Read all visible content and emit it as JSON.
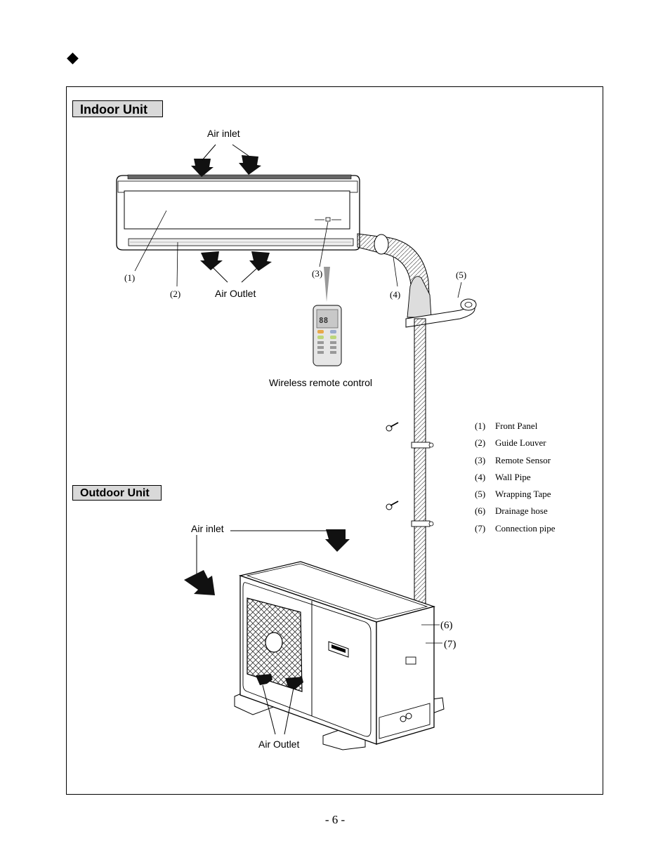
{
  "header": {
    "bullet_symbol": "◆"
  },
  "indoor": {
    "title": "Indoor Unit",
    "air_inlet": "Air inlet",
    "air_outlet": "Air Outlet",
    "remote_label": "Wireless remote control",
    "callouts": {
      "c1": "(1)",
      "c2": "(2)",
      "c3": "(3)",
      "c4": "(4)",
      "c5": "(5)"
    }
  },
  "outdoor": {
    "title": "Outdoor Unit",
    "air_inlet": "Air inlet",
    "air_outlet": "Air Outlet",
    "callouts": {
      "c6": "(6)",
      "c7": "(7)"
    }
  },
  "legend": [
    {
      "num": "(1)",
      "text": "Front Panel"
    },
    {
      "num": "(2)",
      "text": "Guide Louver"
    },
    {
      "num": "(3)",
      "text": "Remote Sensor"
    },
    {
      "num": "(4)",
      "text": "Wall Pipe"
    },
    {
      "num": "(5)",
      "text": "Wrapping Tape"
    },
    {
      "num": "(6)",
      "text": "Drainage hose"
    },
    {
      "num": "(7)",
      "text": "Connection pipe"
    }
  ],
  "remote_display": {
    "digits": "88"
  },
  "footer": {
    "page_number": "- 6 -"
  }
}
